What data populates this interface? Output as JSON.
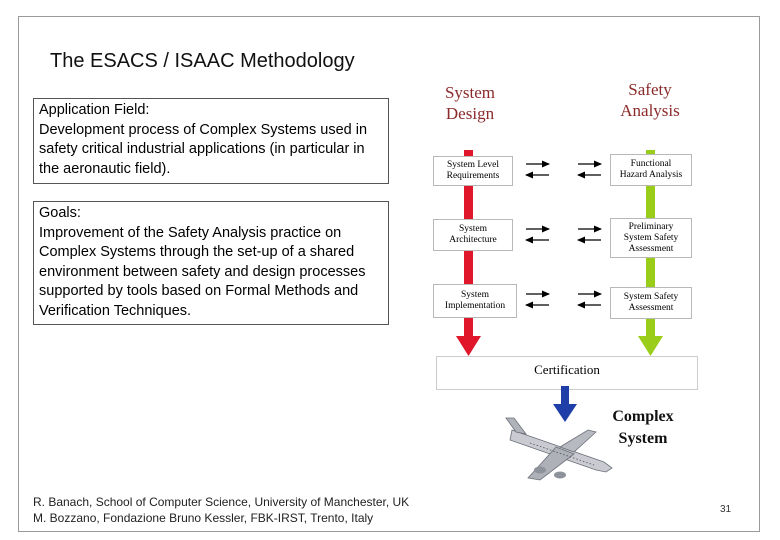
{
  "title": "The ESACS / ISAAC Methodology",
  "application_field": {
    "heading": "Application Field:",
    "text": "Development process of Complex Systems used in safety critical industrial applications (in particular in the aeronautic field)."
  },
  "goals": {
    "heading": "Goals:",
    "text": "Improvement of the Safety Analysis practice on Complex Systems through the set-up of a shared environment between safety and design processes supported by tools based on Formal Methods and Verification Techniques."
  },
  "diagram": {
    "design_heading": [
      "System",
      "Design"
    ],
    "safety_heading": [
      "Safety",
      "Analysis"
    ],
    "design_stages": [
      [
        "System Level",
        "Requirements"
      ],
      [
        "System",
        "Architecture"
      ],
      [
        "System",
        "Implementation"
      ]
    ],
    "safety_stages": [
      [
        "Functional",
        "Hazard Analysis"
      ],
      [
        "Preliminary",
        "System Safety",
        "Assessment"
      ],
      [
        "System Safety",
        "Assessment"
      ]
    ],
    "certification": "Certification",
    "complex_system": [
      "Complex",
      "System"
    ],
    "colors": {
      "design_arrow": "#e0162b",
      "safety_arrow": "#9acd1a",
      "complex_arrow": "#1f3ea8",
      "heading_text": "#8b2a2a"
    }
  },
  "footer": {
    "line1": "R. Banach, School of Computer Science, University of Manchester, UK",
    "line2": "M. Bozzano, Fondazione Bruno Kessler, FBK-IRST, Trento, Italy"
  },
  "page_number": "31"
}
